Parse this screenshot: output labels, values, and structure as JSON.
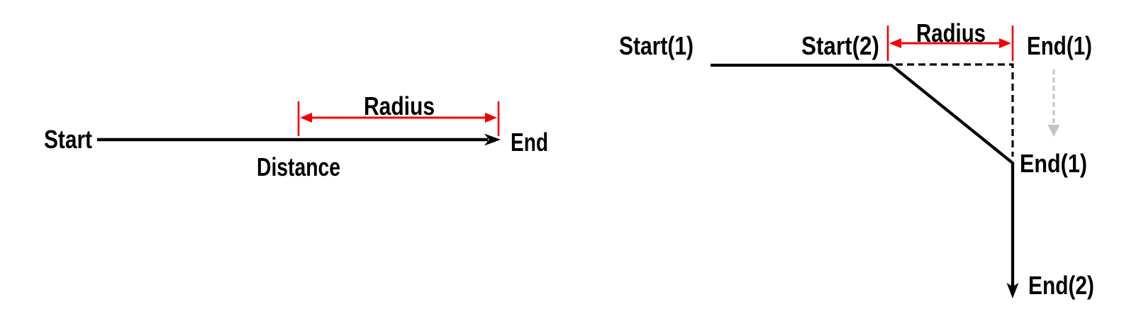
{
  "colors": {
    "line": "#000000",
    "text": "#000000",
    "dimension": "#f40000",
    "ghost_text": "#ababab",
    "ghost_arrow": "#c4c4c4",
    "background": "#ffffff"
  },
  "left_diagram": {
    "start_label": "Start",
    "end_label": "End",
    "radius_label": "Radius",
    "distance_label": "Distance"
  },
  "right_diagram": {
    "start1_label": "Start(1)",
    "start2_label": "Start(2)",
    "radius_label": "Radius",
    "end1_ghost_label": "End(1)",
    "end1_label": "End(1)",
    "end2_label": "End(2)"
  }
}
